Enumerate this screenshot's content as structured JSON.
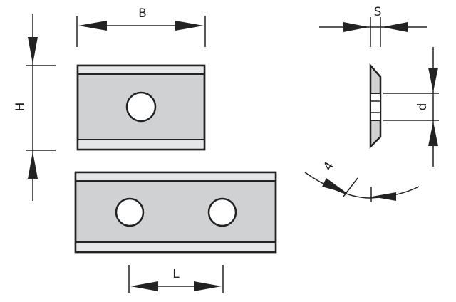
{
  "labels": {
    "width": "B",
    "height": "H",
    "thickness": "S",
    "hole": "d",
    "length": "L",
    "angle": "4"
  },
  "colors": {
    "line": "#222222",
    "body_fill": "#cfd1d3",
    "edge_fill": "#e4e6e8",
    "background": "#ffffff"
  }
}
